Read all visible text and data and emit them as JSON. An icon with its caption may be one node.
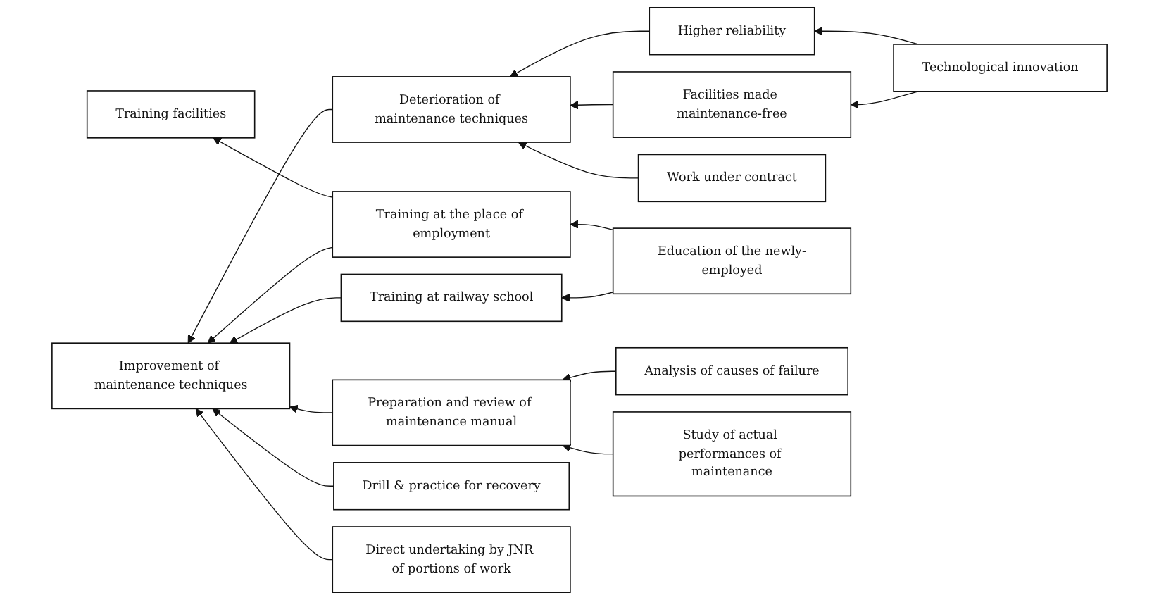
{
  "diagram": {
    "nodes": [
      {
        "text": [
          "Deterioration of maintenance techniques"
        ]
      },
      {
        "text": [
          "Facilities made maintenance-free"
        ]
      },
      {
        "text": [
          "Higher reliability"
        ]
      },
      {
        "text": [
          "Work under contract"
        ]
      },
      {
        "text": [
          "Technological innovation"
        ]
      },
      {
        "text": [
          "Improvement of maintenance techniques"
        ]
      },
      {
        "text": [
          "Training at railway school"
        ]
      },
      {
        "text": [
          "Training at the place of employment"
        ]
      },
      {
        "text": [
          "Training facilities"
        ]
      },
      {
        "text": [
          "Education of the newly-employed"
        ]
      },
      {
        "text": [
          "Preparation and review of maintenance manual"
        ]
      },
      {
        "text": [
          "Analysis of causes of failure"
        ]
      },
      {
        "text": [
          "Study of actual performances of maintenance"
        ]
      },
      {
        "text": [
          "Drill & practice for recovery"
        ]
      },
      {
        "text": [
          "Direct undertaking by JNR of portions of work"
        ]
      }
    ],
    "edges": [
      {
        "from": 1,
        "to": 0,
        "arrow": "to"
      },
      {
        "from": 2,
        "to": 0,
        "arrow": "to"
      },
      {
        "from": 3,
        "to": 0,
        "arrow": "to"
      },
      {
        "from": 4,
        "to": 1,
        "arrow": "to"
      },
      {
        "from": 4,
        "to": 2,
        "arrow": "to"
      },
      {
        "from": 0,
        "to": 5,
        "arrow": "to"
      },
      {
        "from": 6,
        "to": 5,
        "arrow": "to"
      },
      {
        "from": 7,
        "to": 5,
        "arrow": "to"
      },
      {
        "from": 10,
        "to": 5,
        "arrow": "to"
      },
      {
        "from": 13,
        "to": 5,
        "arrow": "to"
      },
      {
        "from": 14,
        "to": 5,
        "arrow": "to"
      },
      {
        "from": 9,
        "to": 6,
        "arrow": "to"
      },
      {
        "from": 9,
        "to": 7,
        "arrow": "to"
      },
      {
        "from": 7,
        "to": 8,
        "arrow": "to"
      },
      {
        "from": 11,
        "to": 10,
        "arrow": "to"
      },
      {
        "from": 12,
        "to": 10,
        "arrow": "to"
      }
    ]
  }
}
